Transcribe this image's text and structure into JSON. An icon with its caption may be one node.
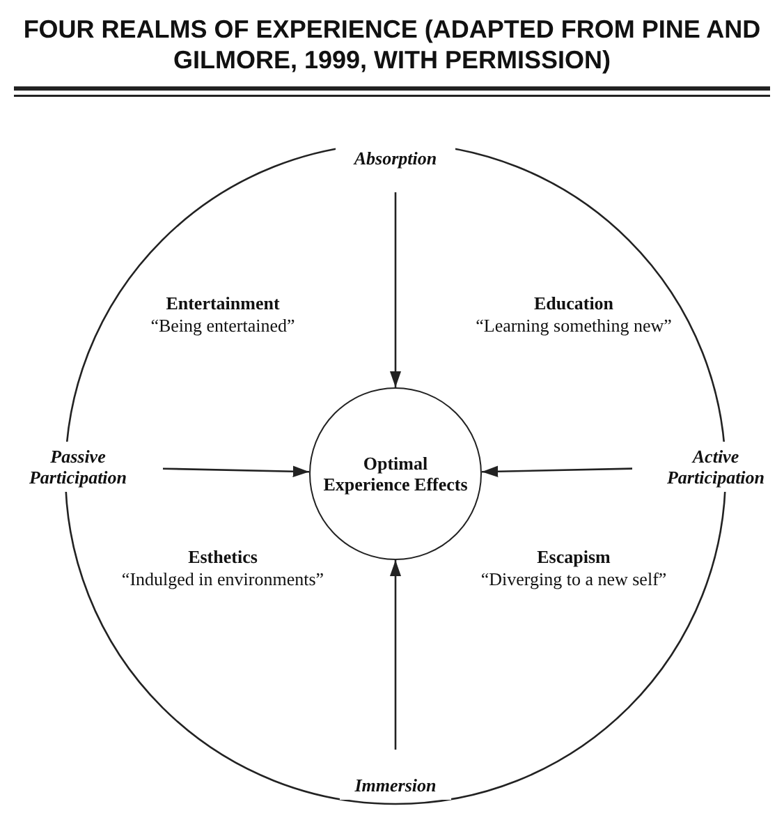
{
  "diagram": {
    "title": "FOUR REALMS OF EXPERIENCE (ADAPTED FROM PINE AND GILMORE, 1999, WITH PERMISSION)",
    "nodes": [
      {
        "text": [
          "Absorption"
        ]
      },
      {
        "text": [
          "Passive Participation"
        ]
      },
      {
        "text": [
          "Optimal Experience Effects"
        ]
      },
      {
        "text": [
          "Active Participation"
        ]
      },
      {
        "text": [
          "Immersion"
        ]
      }
    ],
    "edges": [
      {
        "from": 0,
        "to": 2,
        "arrow": "to"
      },
      {
        "from": 1,
        "to": 2,
        "arrow": "to"
      },
      {
        "from": 3,
        "to": 2,
        "arrow": "to"
      },
      {
        "from": 4,
        "to": 2,
        "arrow": "to"
      }
    ],
    "labels": [
      "Entertainment",
      "“Being entertained”",
      "Education",
      "“Learning something new”",
      "Esthetics",
      "“Indulged in environments”",
      "Escapism",
      "“Diverging to a new self”"
    ]
  }
}
